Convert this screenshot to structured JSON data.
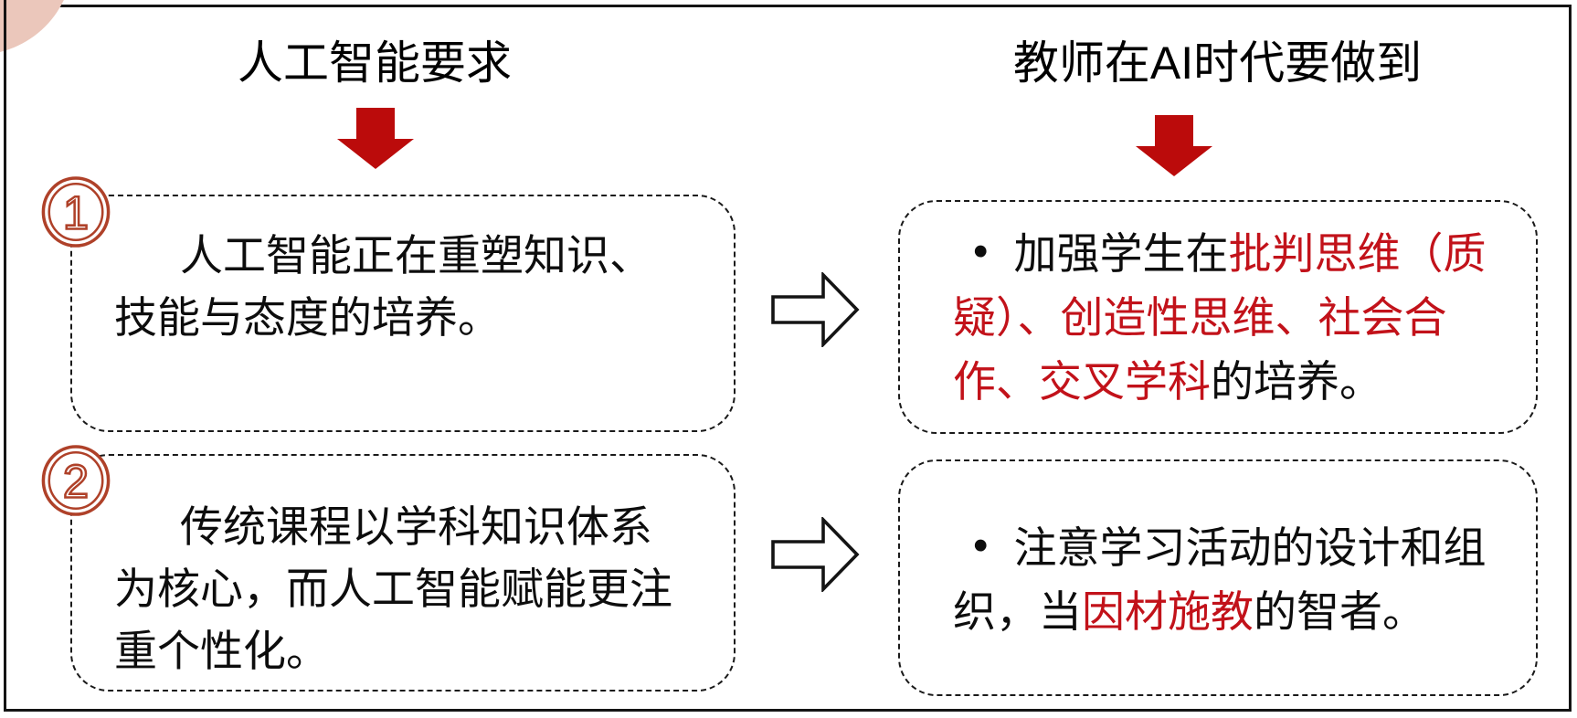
{
  "theme": {
    "arrow_red": "#BB0B0B",
    "highlight_red": "#C2121A",
    "badge_red": "#AF4129",
    "corner_pink": "#EBC7BB",
    "frame_black": "#141414"
  },
  "headers": {
    "left": "人工智能要求",
    "right": "教师在AI时代要做到"
  },
  "badges": {
    "one": "1",
    "two": "2"
  },
  "boxes": {
    "left1": {
      "line1": "人工智能正在重塑知识、",
      "line2": "技能与态度的培养。"
    },
    "left2": {
      "line1": "传统课程以学科知识体系",
      "line2": "为核心，而人工智能赋能更注",
      "line3": "重个性化。"
    },
    "right1": {
      "bullet": "•",
      "l1_black": "加强学生在",
      "l1_red": "批判思维（质",
      "l2_red": "疑）、创造性思维、社会合",
      "l3_red": "作、交叉学科",
      "l3_black": "的培养。"
    },
    "right2": {
      "bullet": "•",
      "l1_black": "注意学习活动的设计和组",
      "l2_black_a": "织，当",
      "l2_red": "因材施教",
      "l2_black_b": "的智者。"
    }
  }
}
